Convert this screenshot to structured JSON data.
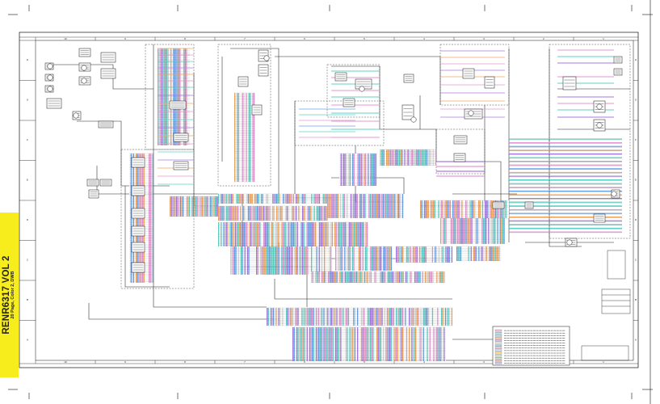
{
  "document": {
    "cover": {
      "title": "RENR6317 VOL 2",
      "subtitle": "20 Page, Color 2, DWB"
    },
    "zone_columns": [
      "10",
      "9",
      "8",
      "7",
      "6",
      "5",
      "4",
      "3",
      "2",
      "1"
    ],
    "zone_rows": [
      "H",
      "G",
      "F",
      "E",
      "D",
      "C",
      "B",
      "A"
    ]
  },
  "colors": {
    "cover_tab": "#f7ec1c",
    "wire_pink": "#e39ad0",
    "wire_teal": "#5fd0c6",
    "wire_blue": "#6aa3e8",
    "wire_orange": "#f0a860",
    "wire_purple": "#a77be0",
    "ink": "#111111"
  }
}
